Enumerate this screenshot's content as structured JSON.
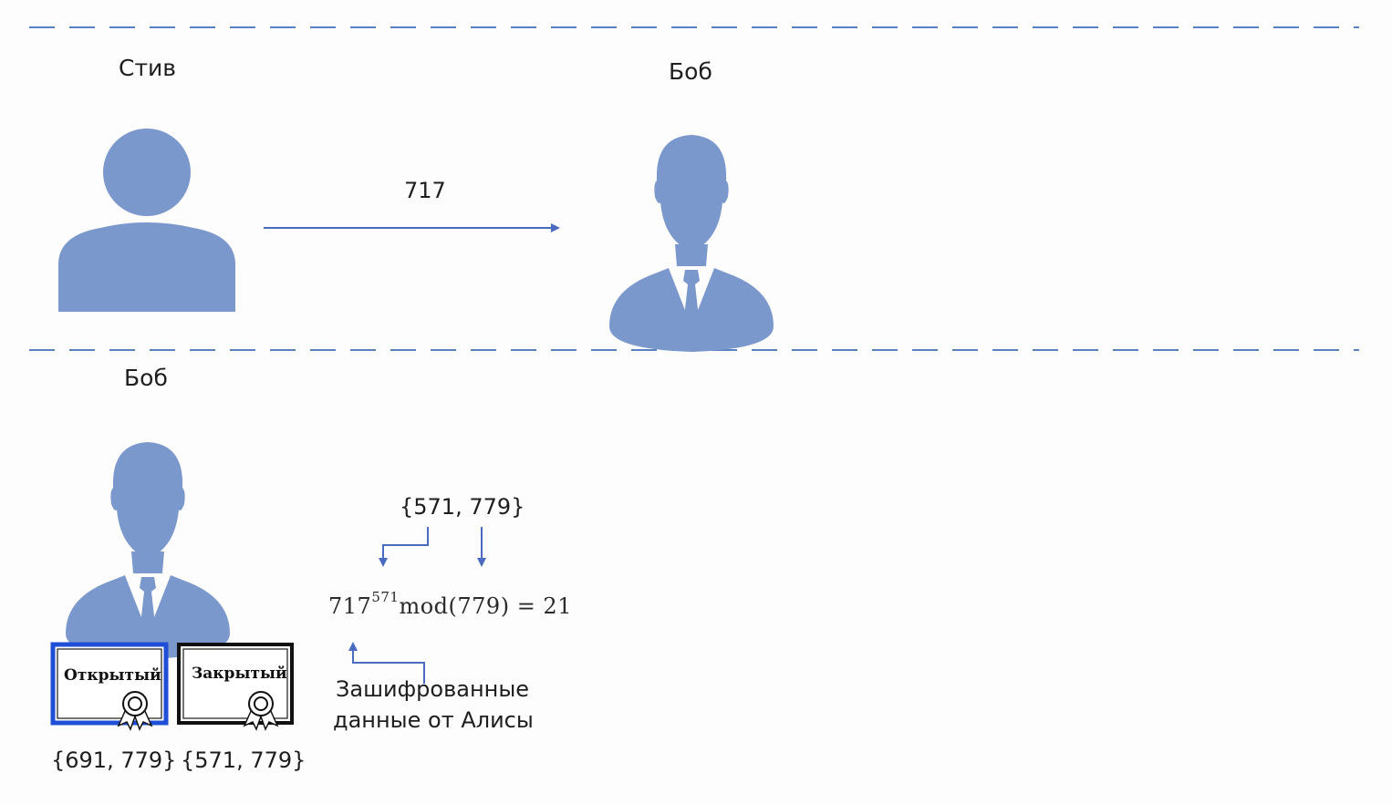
{
  "top_panel": {
    "sender_name": "Стив",
    "receiver_name": "Боб",
    "message_value": "717"
  },
  "bottom_panel": {
    "person_name": "Боб",
    "key_braces": "{571, 779}",
    "formula": {
      "base": "717",
      "exponent": "571",
      "rest": "mod(779) = 21"
    },
    "caption_line1": "Зашифрованные",
    "caption_line2": "данные от Алисы",
    "public_cert": {
      "label": "Открытый",
      "key": "{691, 779}",
      "border_color": "#1f4fd6"
    },
    "private_cert": {
      "label": "Закрытый",
      "key": "{571, 779}",
      "border_color": "#111111"
    }
  },
  "colors": {
    "person": "#7b98cd",
    "arrow": "#4a6bbf",
    "divider": "#5b7fc4"
  }
}
